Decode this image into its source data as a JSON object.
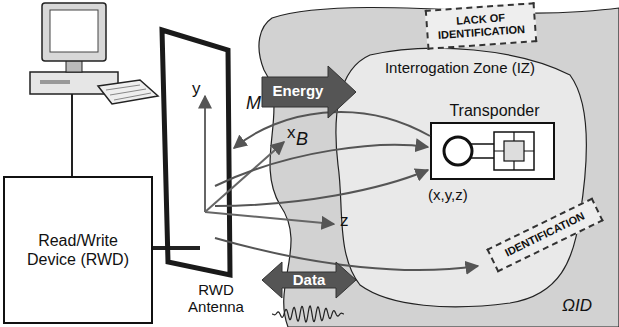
{
  "diagram": {
    "nodes": [
      {
        "text": [
          "Read/Write Device (RWD)"
        ]
      },
      {
        "text": [
          "ΩID"
        ]
      },
      {
        "text": [
          "Interrogation Zone (IZ)"
        ],
        "in": 1
      },
      {
        "text": [
          "Transponder"
        ],
        "in": 2
      },
      {
        "text": [
          "LACK OF IDENTIFICATION"
        ],
        "in": 1
      },
      {
        "text": [
          "IDENTIFICATION"
        ],
        "in": 1
      }
    ],
    "labels": [
      "y",
      "x",
      "z",
      "M",
      "B",
      "Energy",
      "Data",
      "RWD Antenna",
      "(x,y,z)"
    ]
  }
}
